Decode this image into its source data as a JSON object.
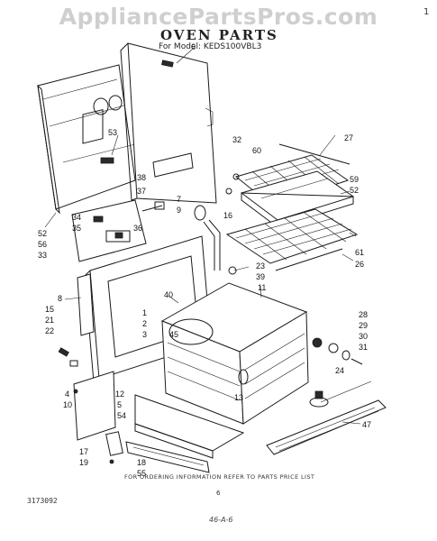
{
  "watermark": "AppliancePartsPros.com",
  "title": "OVEN PARTS",
  "model_line": "For Model: KEDS100VBL3",
  "ordering_note": "FOR ORDERING INFORMATION REFER TO PARTS PRICE LIST",
  "page_number": "6",
  "document_code": "3173092",
  "bottom_code": "46-A-6",
  "corner_mark": "1",
  "icons": {
    "watermark": "watermark-logo",
    "diagram": "exploded-view-diagram"
  },
  "callouts": [
    {
      "id": "1",
      "label": "1"
    },
    {
      "id": "2",
      "label": "2"
    },
    {
      "id": "3",
      "label": "3"
    },
    {
      "id": "4",
      "label": "4"
    },
    {
      "id": "5",
      "label": "5"
    },
    {
      "id": "6",
      "label": "6"
    },
    {
      "id": "7",
      "label": "7"
    },
    {
      "id": "8",
      "label": "8"
    },
    {
      "id": "9",
      "label": "9"
    },
    {
      "id": "10",
      "label": "10"
    },
    {
      "id": "11",
      "label": "11"
    },
    {
      "id": "12",
      "label": "12"
    },
    {
      "id": "13",
      "label": "13"
    },
    {
      "id": "15",
      "label": "15"
    },
    {
      "id": "16",
      "label": "16"
    },
    {
      "id": "17",
      "label": "17"
    },
    {
      "id": "18",
      "label": "18"
    },
    {
      "id": "19",
      "label": "19"
    },
    {
      "id": "21",
      "label": "21"
    },
    {
      "id": "22",
      "label": "22"
    },
    {
      "id": "23",
      "label": "23"
    },
    {
      "id": "24",
      "label": "24"
    },
    {
      "id": "26",
      "label": "26"
    },
    {
      "id": "27",
      "label": "27"
    },
    {
      "id": "28",
      "label": "28"
    },
    {
      "id": "29",
      "label": "29"
    },
    {
      "id": "30",
      "label": "30"
    },
    {
      "id": "31",
      "label": "31"
    },
    {
      "id": "32",
      "label": "32"
    },
    {
      "id": "33",
      "label": "33"
    },
    {
      "id": "34",
      "label": "34"
    },
    {
      "id": "35",
      "label": "35"
    },
    {
      "id": "36",
      "label": "36"
    },
    {
      "id": "37",
      "label": "37"
    },
    {
      "id": "38",
      "label": "38"
    },
    {
      "id": "39",
      "label": "39"
    },
    {
      "id": "40",
      "label": "40"
    },
    {
      "id": "45",
      "label": "45"
    },
    {
      "id": "47",
      "label": "47"
    },
    {
      "id": "52a",
      "label": "52"
    },
    {
      "id": "52b",
      "label": "52"
    },
    {
      "id": "53",
      "label": "53"
    },
    {
      "id": "54",
      "label": "54"
    },
    {
      "id": "55",
      "label": "55"
    },
    {
      "id": "56",
      "label": "56"
    },
    {
      "id": "59",
      "label": "59"
    },
    {
      "id": "60",
      "label": "60"
    },
    {
      "id": "61",
      "label": "61"
    }
  ]
}
